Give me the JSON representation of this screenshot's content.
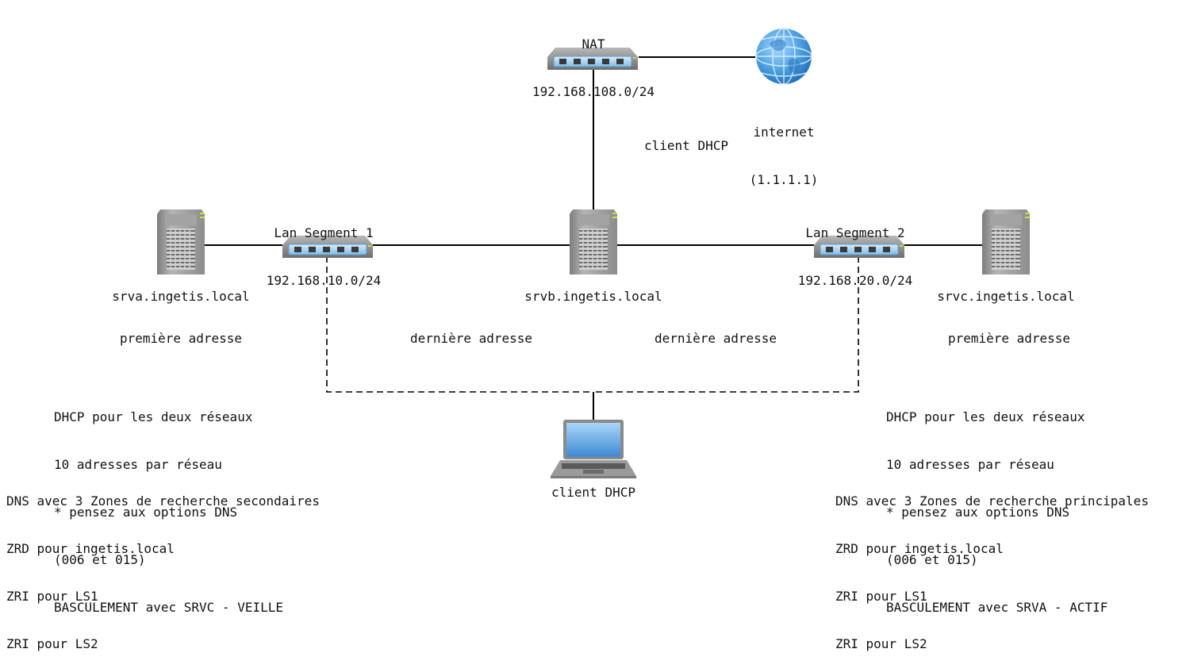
{
  "nodes": {
    "nat_switch": {
      "label_line1": "NAT",
      "label_line2": "192.168.108.0/24"
    },
    "internet": {
      "label_line1": "internet",
      "label_line2": "(1.1.1.1)"
    },
    "srvb_link_label": "client DHCP",
    "lan1_switch": {
      "label_line1": "Lan Segment 1",
      "label_line2": "192.168.10.0/24"
    },
    "lan2_switch": {
      "label_line1": "Lan Segment 2",
      "label_line2": "192.168.20.0/24"
    },
    "srva": {
      "hostname": "srva.ingetis.local",
      "address_role": "première adresse"
    },
    "srvb": {
      "hostname": "srvb.ingetis.local",
      "address_role_lan1": "dernière adresse",
      "address_role_lan2": "dernière adresse"
    },
    "srvc": {
      "hostname": "srvc.ingetis.local",
      "address_role": "première adresse"
    },
    "client": {
      "label": "client DHCP"
    }
  },
  "notes": {
    "srva_dhcp": [
      "DHCP pour les deux réseaux",
      "10 adresses par réseau",
      "* pensez aux options DNS",
      "(006 et 015)",
      "BASCULEMENT avec SRVC - VEILLE"
    ],
    "srva_dns": [
      "DNS avec 3 Zones de recherche secondaires",
      "ZRD pour ingetis.local",
      "ZRI pour LS1",
      "ZRI pour LS2"
    ],
    "srvc_dhcp": [
      "DHCP pour les deux réseaux",
      "10 adresses par réseau",
      "* pensez aux options DNS",
      "(006 et 015)",
      "BASCULEMENT avec SRVA - ACTIF"
    ],
    "srvc_dns": [
      "DNS avec 3 Zones de recherche principales",
      "ZRD pour ingetis.local",
      "ZRI pour LS1",
      "ZRI pour LS2"
    ]
  },
  "colors": {
    "line": "#000000",
    "switch_body": "#8a8a8a",
    "switch_ports_panel": "#9fd0f0",
    "led": "#c8e040",
    "globe": "#4a9ee0",
    "screen": "#4d9be0"
  }
}
